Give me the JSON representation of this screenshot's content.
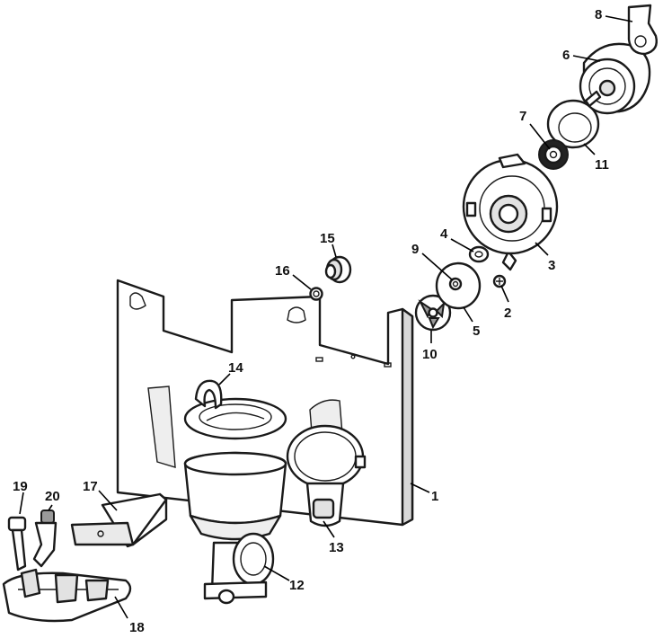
{
  "diagram": {
    "callouts": [
      {
        "id": "c1",
        "label": "1"
      },
      {
        "id": "c2",
        "label": "2"
      },
      {
        "id": "c3",
        "label": "3"
      },
      {
        "id": "c4",
        "label": "4"
      },
      {
        "id": "c5",
        "label": "5"
      },
      {
        "id": "c6",
        "label": "6"
      },
      {
        "id": "c7",
        "label": "7"
      },
      {
        "id": "c8",
        "label": "8"
      },
      {
        "id": "c9",
        "label": "9"
      },
      {
        "id": "c10",
        "label": "10"
      },
      {
        "id": "c11",
        "label": "11"
      },
      {
        "id": "c12",
        "label": "12"
      },
      {
        "id": "c13",
        "label": "13"
      },
      {
        "id": "c14",
        "label": "14"
      },
      {
        "id": "c15",
        "label": "15"
      },
      {
        "id": "c16",
        "label": "16"
      },
      {
        "id": "c17",
        "label": "17"
      },
      {
        "id": "c18",
        "label": "18"
      },
      {
        "id": "c19",
        "label": "19"
      },
      {
        "id": "c20",
        "label": "20"
      }
    ]
  },
  "colors": {
    "outline": "#1a1a1a",
    "fill": "#ffffff",
    "shade": "#e2e2e2",
    "dark": "#9a9a9a"
  }
}
